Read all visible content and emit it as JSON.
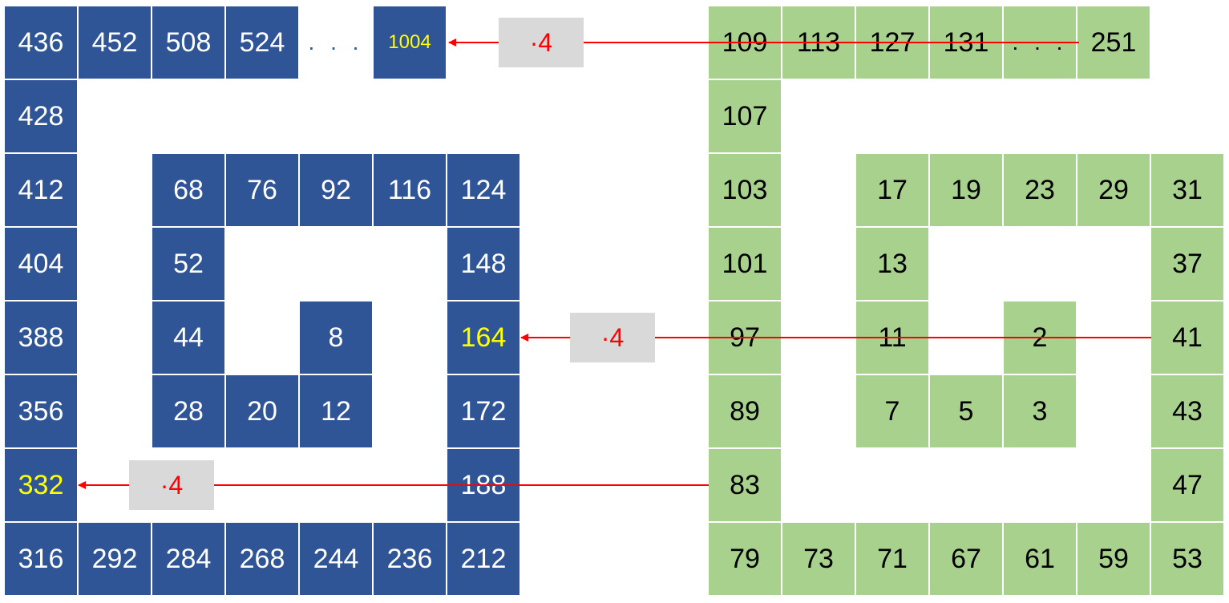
{
  "colors": {
    "blue": "#2F5597",
    "green": "#A9D18E",
    "highlight": "#FFFF00",
    "arrow": "#FF0000",
    "multiplier_box": "#D9D9D9"
  },
  "blue_grid": [
    [
      "436",
      "452",
      "508",
      "524",
      ". . .",
      "1004",
      "",
      ""
    ],
    [
      "428",
      "",
      "",
      "",
      "",
      "",
      "",
      ""
    ],
    [
      "412",
      "",
      "68",
      "76",
      "92",
      "116",
      "124",
      ""
    ],
    [
      "404",
      "",
      "52",
      "",
      "",
      "",
      "148",
      ""
    ],
    [
      "388",
      "",
      "44",
      "",
      "8",
      "",
      "164",
      ""
    ],
    [
      "356",
      "",
      "28",
      "20",
      "12",
      "",
      "172",
      ""
    ],
    [
      "332",
      "",
      "",
      "",
      "",
      "",
      "188",
      ""
    ],
    [
      "316",
      "292",
      "284",
      "268",
      "244",
      "236",
      "212",
      ""
    ]
  ],
  "blue_highlighted": [
    "0,5",
    "4,6",
    "6,0"
  ],
  "green_grid": [
    [
      "109",
      "113",
      "127",
      "131",
      ". . .",
      "251",
      ""
    ],
    [
      "107",
      "",
      "",
      "",
      "",
      "",
      ""
    ],
    [
      "103",
      "",
      "17",
      "19",
      "23",
      "29",
      "31"
    ],
    [
      "101",
      "",
      "13",
      "",
      "",
      "",
      "37"
    ],
    [
      "97",
      "",
      "11",
      "",
      "2",
      "",
      "41"
    ],
    [
      "89",
      "",
      "7",
      "5",
      "3",
      "",
      "43"
    ],
    [
      "83",
      "",
      "",
      "",
      "",
      "",
      "47"
    ],
    [
      "79",
      "73",
      "71",
      "67",
      "61",
      "59",
      "53"
    ]
  ],
  "multipliers": [
    {
      "label": "·4",
      "row": 0
    },
    {
      "label": "·4",
      "row": 4
    },
    {
      "label": "·4",
      "row": 6
    }
  ]
}
